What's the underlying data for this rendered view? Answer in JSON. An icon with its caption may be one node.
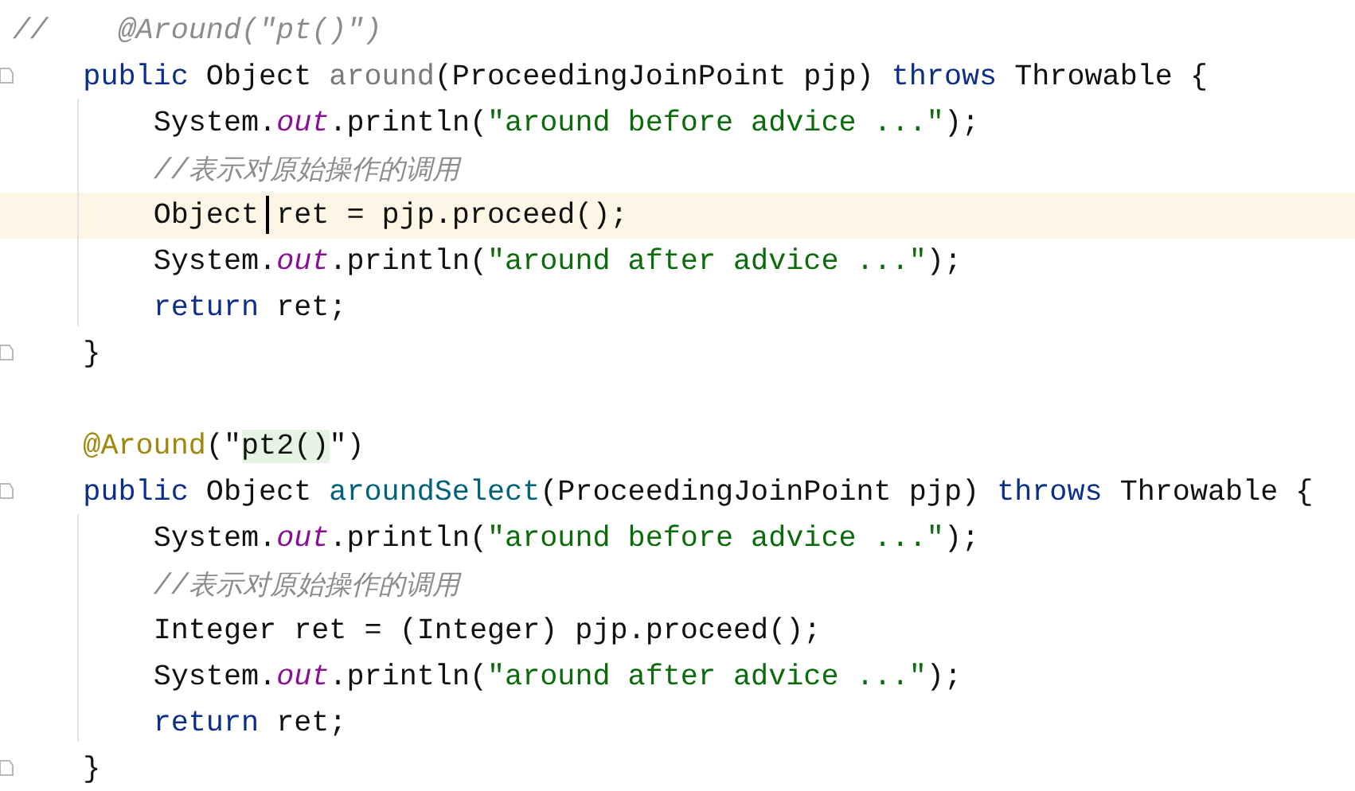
{
  "diagram": {
    "labels": [
      "//    @Around(\"pt()\")",
      "public Object around(ProceedingJoinPoint pjp) throws Throwable {",
      "System.out.println(\"around before advice ...\");",
      "//表示对原始操作的调用",
      "Object ret = pjp.proceed();",
      "System.out.println(\"around after advice ...\");",
      "return ret;",
      "}",
      "@Around(\"pt2()\")",
      "public Object aroundSelect(ProceedingJoinPoint pjp) throws Throwable {",
      "System.out.println(\"around before advice ...\");",
      "//表示对原始操作的调用",
      "Integer ret = (Integer) pjp.proceed();",
      "System.out.println(\"around after advice ...\");",
      "return ret;",
      "}"
    ]
  }
}
